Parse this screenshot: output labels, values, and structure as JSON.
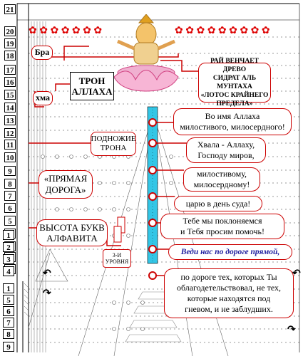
{
  "levels_left_top": [
    "21",
    "20",
    "19",
    "18",
    "17",
    "16",
    "15",
    "14",
    "13",
    "12",
    "11",
    "10",
    "9",
    "8",
    "7",
    "6",
    "5",
    "4",
    "3",
    "2",
    "1"
  ],
  "levels_left_bottom": [
    "1",
    "2",
    "3",
    "4",
    "1",
    "5",
    "6",
    "7",
    "8",
    "9"
  ],
  "syllables": {
    "bra": "Бра",
    "hma": "хма"
  },
  "labels": {
    "throne": [
      "ТРОН",
      "АЛЛАХА"
    ],
    "footstool": [
      "ПОДНОЖИЕ",
      "ТРОНА"
    ],
    "straight_path": [
      "«ПРЯМАЯ",
      "ДОРОГА»"
    ],
    "letter_height": [
      "ВЫСОТА БУКВ",
      "АЛФАВИТА"
    ],
    "three_levels": [
      "3-И",
      "УРОВНЯ"
    ]
  },
  "tree_caption": [
    "РАЙ ВЕНЧАЕТ ДРЕВО",
    "СИДРАТ АЛЬ МУНТАХА",
    "«ЛОТОС КРАЙНЕГО",
    "ПРЕДЕЛА»"
  ],
  "verses": [
    [
      "Во имя Аллаха",
      "милостивого, милосердного!"
    ],
    [
      "Хвала - Аллаху,",
      "Господу миров,"
    ],
    [
      "милостивому,",
      "милосердному!"
    ],
    [
      "царю в день суда!"
    ],
    [
      "Тебе мы поклоняемся",
      "и Тебя просим помочь!"
    ],
    [
      "Веди нас по дороге прямой,"
    ],
    [
      "по дороге тех, которых Ты",
      "облагодетельствовал, не тех,",
      "которые находятся под",
      "гневом, и не заблудших."
    ]
  ],
  "icons": [
    "flower-icon",
    "lotus-deity-icon",
    "curved-arrow-icon"
  ],
  "colors": {
    "accent": "#cc0000",
    "channel": "#33c6e6",
    "highlight_text": "#2020a0"
  }
}
